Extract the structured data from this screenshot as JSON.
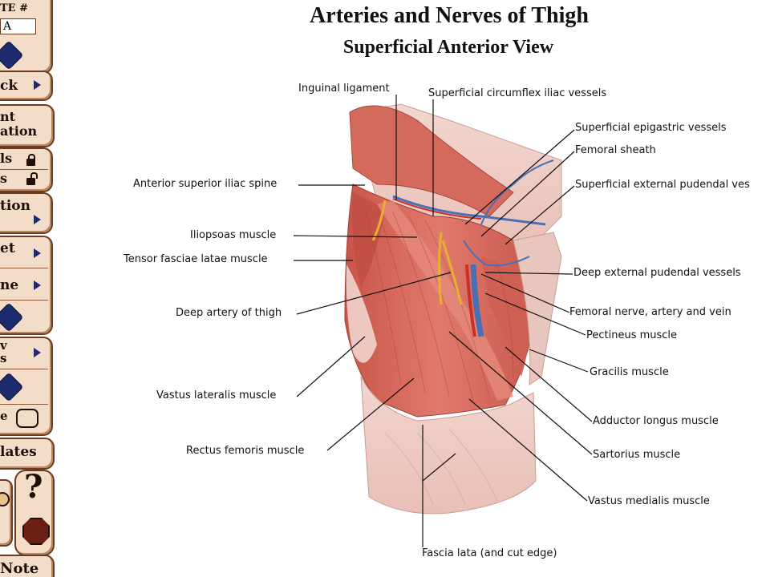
{
  "page": {
    "title": "Arteries and Nerves of Thigh",
    "subtitle": "Superficial Anterior View"
  },
  "sidebar": {
    "plate_field_label": "TE #",
    "plate_field_value": "A",
    "back_label": "ck",
    "orientation_label_1": "nt",
    "orientation_label_2": "ation",
    "labels_label_1": "ls",
    "labels_label_2": "s",
    "animation_label": "tion",
    "set_label": "et",
    "frame_label": "ne",
    "view_label_1": "v",
    "view_label_2": "s",
    "e_label": "e",
    "plates_label": "lates",
    "question_mark": "?",
    "note_label": "Note"
  },
  "labels": [
    {
      "id": "inguinal-ligament",
      "text": "Inguinal ligament"
    },
    {
      "id": "superficial-circumflex-iliac-vessels",
      "text": "Superficial circumflex iliac vessels"
    },
    {
      "id": "superficial-epigastric-vessels",
      "text": "Superficial epigastric vessels"
    },
    {
      "id": "femoral-sheath",
      "text": "Femoral sheath"
    },
    {
      "id": "superficial-external-pudendal-vessels",
      "text": "Superficial external pudendal ves"
    },
    {
      "id": "anterior-superior-iliac-spine",
      "text": "Anterior superior iliac spine"
    },
    {
      "id": "iliopsoas-muscle",
      "text": "Iliopsoas muscle"
    },
    {
      "id": "tensor-fasciae-latae-muscle",
      "text": "Tensor fasciae latae muscle"
    },
    {
      "id": "deep-external-pudendal-vessels",
      "text": "Deep external pudendal vessels"
    },
    {
      "id": "deep-artery-of-thigh",
      "text": "Deep artery of thigh"
    },
    {
      "id": "femoral-nerve-artery-vein",
      "text": "Femoral nerve, artery and vein"
    },
    {
      "id": "pectineus-muscle",
      "text": "Pectineus muscle"
    },
    {
      "id": "gracilis-muscle",
      "text": "Gracilis muscle"
    },
    {
      "id": "vastus-lateralis-muscle",
      "text": "Vastus lateralis muscle"
    },
    {
      "id": "adductor-longus-muscle",
      "text": "Adductor longus muscle"
    },
    {
      "id": "rectus-femoris-muscle",
      "text": "Rectus femoris muscle"
    },
    {
      "id": "sartorius-muscle",
      "text": "Sartorius muscle"
    },
    {
      "id": "vastus-medialis-muscle",
      "text": "Vastus medialis muscle"
    },
    {
      "id": "fascia-lata",
      "text": "Fascia lata (and cut edge)"
    }
  ],
  "colors": {
    "panel": "#f3ddc8",
    "panel_border": "#6b3a1f",
    "button_blue": "#1e2a6e",
    "muscle": "#d9675a",
    "fascia": "#efcfc8",
    "artery": "#c9302a",
    "vein": "#4a6fb5",
    "nerve": "#e8b030"
  }
}
